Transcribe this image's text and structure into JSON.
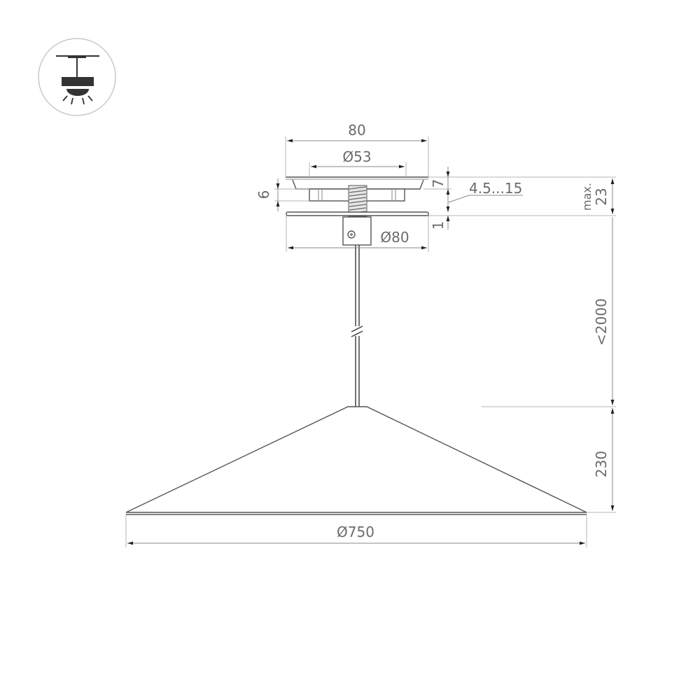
{
  "diagram": {
    "type": "technical-dimension-drawing",
    "subject": "pendant-lamp-cone-shade",
    "mount_icon": "ceiling-pendant-mount-icon",
    "dimensions": {
      "canopy_width": "80",
      "canopy_inner_diameter": "Ø53",
      "canopy_lower_diameter": "Ø80",
      "canopy_height_left": "6",
      "top_gap": "7",
      "adjust_range": "4.5...15",
      "bottom_plate": "1",
      "max_total": "max.",
      "max_total_value": "23",
      "cable_length": "<2000",
      "shade_height": "230",
      "shade_diameter": "Ø750"
    },
    "colors": {
      "line": "#555555",
      "dim_line": "#8a8a8a",
      "text": "#6b6b6b",
      "icon_fill": "#333333",
      "background": "#ffffff"
    }
  }
}
